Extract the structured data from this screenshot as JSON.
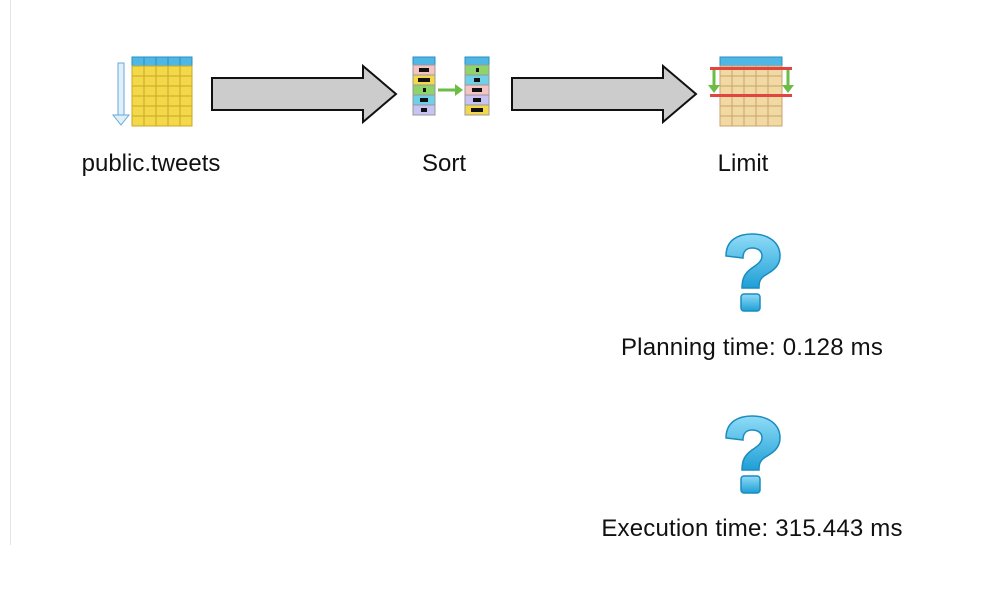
{
  "plan": {
    "nodes": [
      {
        "label": "public.tweets",
        "icon": "table-scan-icon"
      },
      {
        "label": "Sort",
        "icon": "sort-icon"
      },
      {
        "label": "Limit",
        "icon": "limit-icon"
      }
    ],
    "edges": [
      {
        "from": "public.tweets",
        "to": "Sort"
      },
      {
        "from": "Sort",
        "to": "Limit"
      }
    ]
  },
  "stats": {
    "planning_time": "Planning time: 0.128 ms",
    "execution_time": "Execution time: 315.443 ms",
    "icon": "question-mark-icon"
  },
  "colors": {
    "arrow_fill": "#cccccc",
    "arrow_stroke": "#111111",
    "table_cell": "#f3d94a",
    "table_header": "#4fb7e6",
    "limit_bar": "#e0463f",
    "limit_arrow": "#6bbd45",
    "question_mark": "#3aaee0"
  }
}
